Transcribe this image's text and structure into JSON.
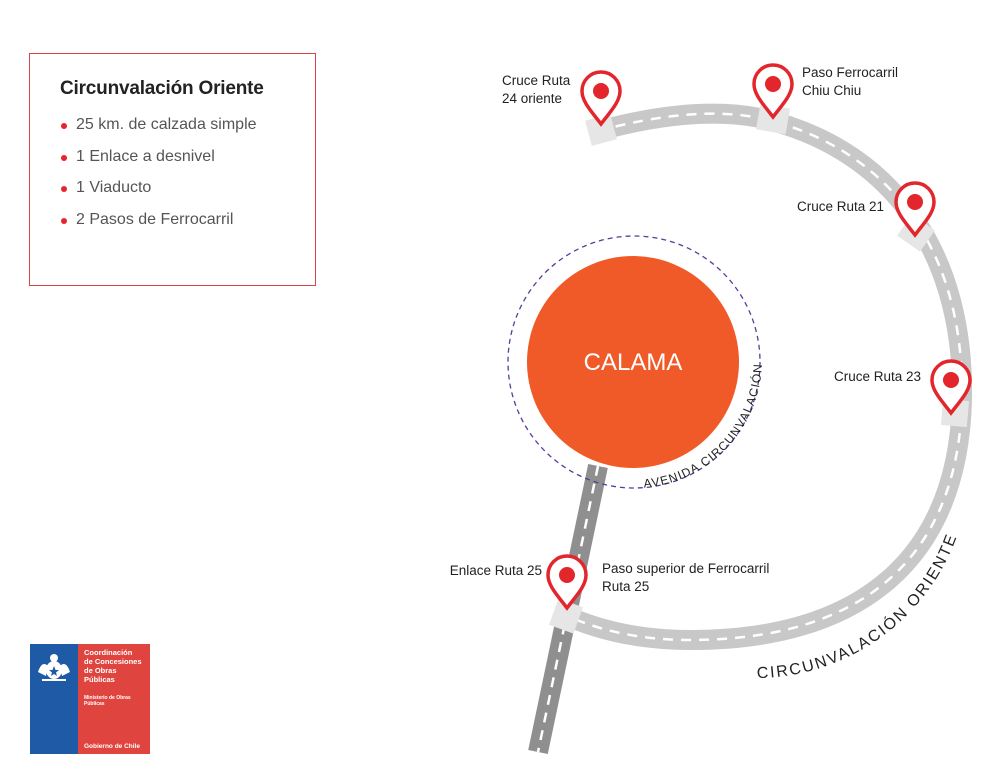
{
  "info": {
    "title": "Circunvalación Oriente",
    "items": [
      "25 km. de calzada simple",
      "1 Enlace a desnivel",
      "1 Viaducto",
      "2 Pasos de Ferrocarril"
    ]
  },
  "map": {
    "city": "CALAMA",
    "inner_ring_label": "AVENIDA CIRCUNVALACIÓN",
    "outer_route_label": "CIRCUNVALACIÓN ORIENTE",
    "markers": {
      "cruce_ruta_24": [
        "Cruce Ruta",
        "24 oriente"
      ],
      "paso_ferrocarril_chiu_chiu": [
        "Paso Ferrocarril",
        "Chiu Chiu"
      ],
      "cruce_ruta_21": [
        "Cruce Ruta 21"
      ],
      "cruce_ruta_23": [
        "Cruce Ruta 23"
      ],
      "enlace_ruta_25": [
        "Enlace Ruta 25"
      ],
      "paso_superior_ferrocarril": [
        "Paso superior de Ferrocarril",
        "Ruta 25"
      ]
    }
  },
  "logo": {
    "name_lines": [
      "Coordinación",
      "de Concesiones",
      "de Obras",
      "Públicas"
    ],
    "ministry_lines": [
      "Ministerio de Obras",
      "Públicas"
    ],
    "government": "Gobierno de Chile"
  },
  "colors": {
    "accent_red": "#e2262c",
    "box_border": "#d9434b",
    "city_orange": "#f05a28",
    "ring_purple": "#5b3b9a",
    "road_light": "#c8c8c8",
    "road_dark": "#8f8f8f",
    "logo_blue": "#1f5aa6",
    "logo_red": "#e0443f"
  }
}
